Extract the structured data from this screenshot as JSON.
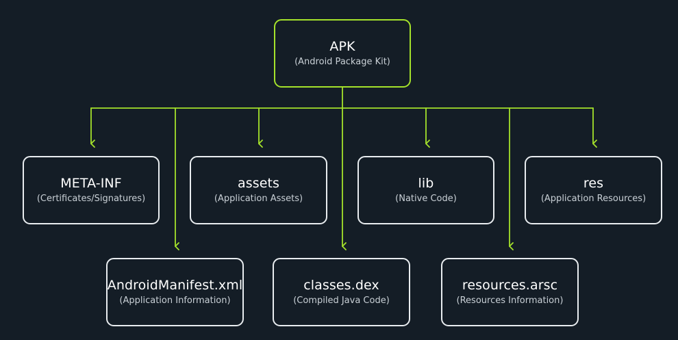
{
  "colors": {
    "background": "#141d26",
    "connector": "#a5e22b",
    "root_border": "#a5e22b",
    "node_border": "#e9edf0",
    "title_text": "#ffffff",
    "subtitle_text": "#c9d0d6"
  },
  "root": {
    "title": "APK",
    "subtitle": "(Android Package Kit)"
  },
  "children": [
    {
      "id": "meta-inf",
      "title": "META-INF",
      "subtitle": "(Certificates/Signatures)"
    },
    {
      "id": "android-manifest",
      "title": "AndroidManifest.xml",
      "subtitle": "(Application Information)"
    },
    {
      "id": "assets",
      "title": "assets",
      "subtitle": "(Application Assets)"
    },
    {
      "id": "classes-dex",
      "title": "classes.dex",
      "subtitle": "(Compiled Java Code)"
    },
    {
      "id": "lib",
      "title": "lib",
      "subtitle": "(Native Code)"
    },
    {
      "id": "resources-arsc",
      "title": "resources.arsc",
      "subtitle": "(Resources Information)"
    },
    {
      "id": "res",
      "title": "res",
      "subtitle": "(Application Resources)"
    }
  ]
}
